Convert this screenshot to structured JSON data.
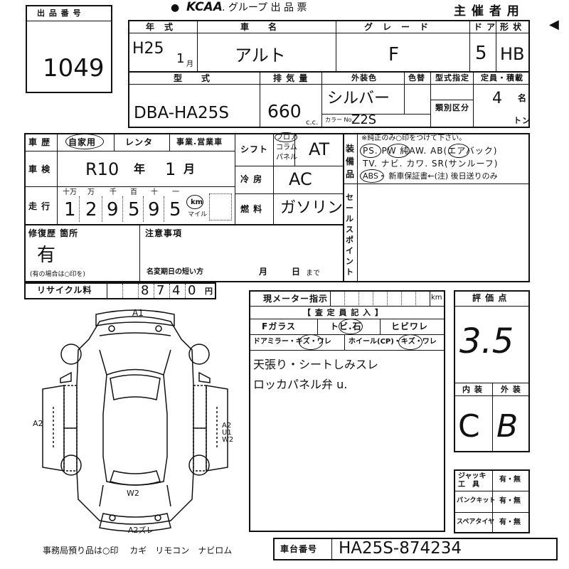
{
  "header": {
    "lot_label": "出 品 番 号",
    "lot_number": "1049",
    "brand": "KCAA",
    "brand_suffix": ". グループ  出 品 票",
    "copy_label": "主 催 者 用"
  },
  "vehicle": {
    "year_label": "年　式",
    "year_era": "H25",
    "year_month": "1",
    "month_unit": "月",
    "name_label": "車　　名",
    "name": "アルト",
    "grade_label": "グ　レ　ー　ド",
    "grade": "F",
    "doors_label": "ド ア",
    "doors": "5",
    "shape_label": "形 状",
    "shape": "HB",
    "model_label": "型　　式",
    "model": "DBA-HA25S",
    "displacement_label": "排 気 量",
    "displacement": "660",
    "cc_unit": "c.c.",
    "color_label": "外装色",
    "color": "シルバー",
    "color_change_label": "色替",
    "color_no_label": "カラー No.",
    "color_no": "Z2S",
    "type_cert_label": "型式指定",
    "category_label": "類別区分",
    "capacity_label": "定員・積載",
    "capacity": "4",
    "capacity_unit": "名",
    "load_unit": "トン"
  },
  "history": {
    "history_label": "車 歴",
    "private_use": "自家用",
    "rental": "レンタ",
    "business": "事業.営業車",
    "inspection_label": "車 検",
    "inspection_era": "R10",
    "inspection_year_unit": "年",
    "inspection_month": "1",
    "inspection_month_unit": "月",
    "mileage_label": "走 行",
    "mileage_units": [
      "十万",
      "万",
      "千",
      "百",
      "十",
      "一"
    ],
    "mileage_digits": [
      "1",
      "2",
      "9",
      "5",
      "9",
      "5"
    ],
    "km_label": "km",
    "mile_label": "マイル",
    "shift_label": "シフト",
    "shift_options": [
      "フロア",
      "コラム",
      "パネル"
    ],
    "shift": "AT",
    "aircon_label": "冷 房",
    "aircon": "AC",
    "fuel_label": "燃 料",
    "fuel": "ガソリン"
  },
  "equipment": {
    "label": "装 備 品",
    "note": "※純正のみ○印をつけて下さい。",
    "line1": "PS. PW 純AW. AB(エアバック)",
    "line2": "TV. ナビ. カワ. SR(サンルーフ)",
    "line3": "ABS・ 新車保証書←(注) 後日送りのみ",
    "sales_point_label": "セールスポイント"
  },
  "repair": {
    "label": "修復歴 箇所",
    "value": "有",
    "note": "(有の場合は○印を)",
    "remarks_label": "注意事項",
    "deadline_label": "名変期日の短い方",
    "month_unit": "月",
    "day_unit": "日",
    "deadline_suffix": "まで"
  },
  "recycle": {
    "label": "リサイクル料",
    "digits": [
      "",
      "",
      "8",
      "7",
      "4",
      "0"
    ],
    "unit": "円"
  },
  "meter": {
    "label": "現メーター指示",
    "unit": "km",
    "inspector_label": "【 査 定 員 記 入 】",
    "glass": "Fガラス",
    "scratch": "トビ.石",
    "crack": "ヒビワレ",
    "mirror": "ドアミラー・キズ・ワレ",
    "wheel": "ホイール(CP)・キズ・ワレ",
    "remark1": "天張り・シートしみスレ",
    "remark2": "ロッカパネル弁 u."
  },
  "score": {
    "label": "評 価 点",
    "value": "3.5",
    "interior_label": "内 装",
    "exterior_label": "外 装",
    "interior": "C",
    "exterior": "B"
  },
  "tools": {
    "jack_label": "ジャッキ 工　具",
    "puncture_label": "パンクキット",
    "spare_label": "スペアタイヤ",
    "option": "有・無"
  },
  "diagram": {
    "marks": [
      "A1",
      "A2",
      "A2 U1 W2",
      "W2",
      "A2ズレ"
    ]
  },
  "footer": {
    "office_note": "事務局預り品は○印　 カギ　リモコン　ナビロム",
    "chassis_label": "車台番号",
    "chassis": "HA25S-874234"
  }
}
